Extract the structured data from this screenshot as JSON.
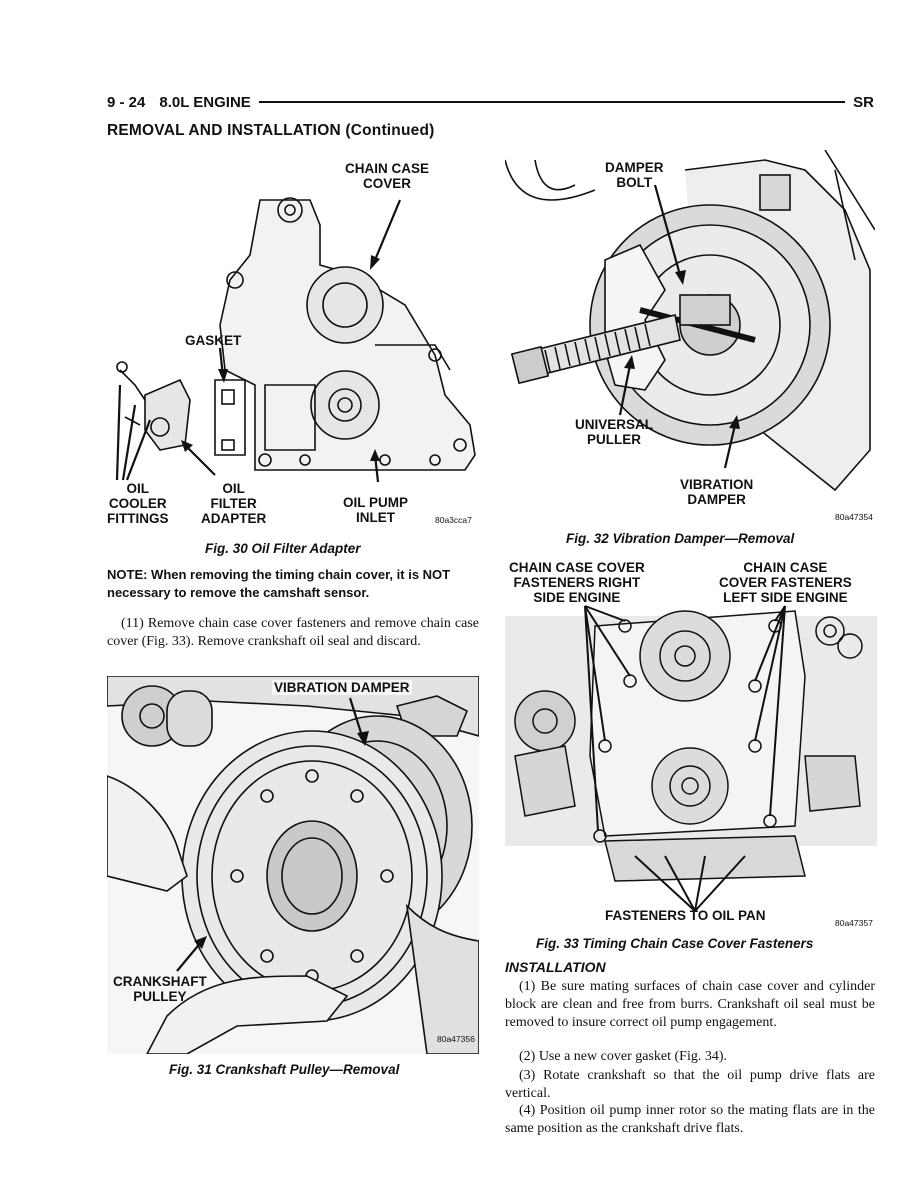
{
  "header": {
    "page_number": "9 - 24",
    "engine": "8.0L ENGINE",
    "model_code": "SR"
  },
  "section_title": "REMOVAL AND INSTALLATION (Continued)",
  "fig30": {
    "callouts": {
      "chain_case_cover": "CHAIN CASE\nCOVER",
      "gasket": "GASKET",
      "oil_cooler_fittings": "OIL\nCOOLER\nFITTINGS",
      "oil_filter_adapter": "OIL\nFILTER\nADAPTER",
      "oil_pump_inlet": "OIL PUMP\nINLET"
    },
    "code": "80a3cca7",
    "caption": "Fig. 30 Oil Filter Adapter"
  },
  "note": "NOTE: When removing the timing chain cover, it is NOT necessary to remove the camshaft sensor.",
  "step_11": "(11) Remove chain case cover fasteners and remove chain case cover (Fig. 33). Remove crankshaft oil seal and discard.",
  "fig31": {
    "callouts": {
      "vibration_damper": "VIBRATION DAMPER",
      "crankshaft_pulley": "CRANKSHAFT\nPULLEY"
    },
    "code": "80a47356",
    "caption": "Fig. 31 Crankshaft Pulley—Removal"
  },
  "fig32": {
    "callouts": {
      "damper_bolt": "DAMPER\nBOLT",
      "universal_puller": "UNIVERSAL\nPULLER",
      "vibration_damper": "VIBRATION\nDAMPER"
    },
    "code": "80a47354",
    "caption": "Fig. 32 Vibration Damper—Removal"
  },
  "fig33": {
    "callouts": {
      "fasteners_right": "CHAIN CASE COVER\nFASTENERS RIGHT\nSIDE ENGINE",
      "fasteners_left": "CHAIN CASE\nCOVER FASTENERS\nLEFT SIDE ENGINE",
      "fasteners_oil_pan": "FASTENERS TO OIL PAN"
    },
    "code": "80a47357",
    "caption": "Fig. 33 Timing Chain Case Cover Fasteners"
  },
  "installation": {
    "title": "INSTALLATION",
    "steps": [
      "(1) Be sure mating surfaces of chain case cover and cylinder block are clean and free from burrs. Crankshaft oil seal must be removed to insure correct oil pump engagement.",
      "(2) Use a new cover gasket (Fig. 34).",
      "(3) Rotate crankshaft so that the oil pump drive flats are vertical.",
      "(4) Position oil pump inner rotor so the mating flats are in the same position as the crankshaft drive flats."
    ]
  }
}
